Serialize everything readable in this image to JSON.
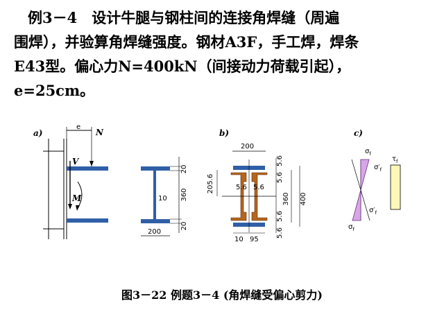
{
  "problem": {
    "line1": "例3－4　设计牛腿与钢柱间的连接角焊缝（周遍",
    "line2": "围焊），并验算角焊缝强度。钢材A3F，手工焊，焊条",
    "line3": "E43型。偏心力N=400kN（间接动力荷载引起），",
    "line4": "e=25cm。"
  },
  "figure": {
    "a": {
      "tag": "a)",
      "e_label": "e",
      "n_label": "N",
      "v_label": "V",
      "m_label": "M",
      "dims": {
        "top": "20",
        "mid": "360",
        "bot": "20",
        "web": "10",
        "width": "200"
      }
    },
    "b": {
      "tag": "b)",
      "dims": {
        "width": "200",
        "left_h": "205.6",
        "w1": "5.6",
        "w2": "5.6",
        "r1": "5.6",
        "r2": "5.6",
        "r3": "5.6",
        "r4": "5.6",
        "h360": "360",
        "h400": "400",
        "b10": "10",
        "b95": "95"
      }
    },
    "c": {
      "tag": "c)",
      "sigma_top": "σ",
      "sigma_top_sub": "f",
      "sigma_prime_top": "σ′",
      "sigma_prime_top_sub": "f",
      "sigma_prime_bot": "σ′",
      "sigma_prime_bot_sub": "f",
      "sigma_bot": "σ",
      "sigma_bot_sub": "f",
      "tau": "τ",
      "tau_sub": "f"
    },
    "colors": {
      "flange": "#2f5fa6",
      "weld": "#b5651d",
      "sigma_fill": "#d7a6e6",
      "tau_fill": "#fff7b8"
    }
  },
  "caption": "图3－22  例题3－4 (角焊缝受偏心剪力)"
}
